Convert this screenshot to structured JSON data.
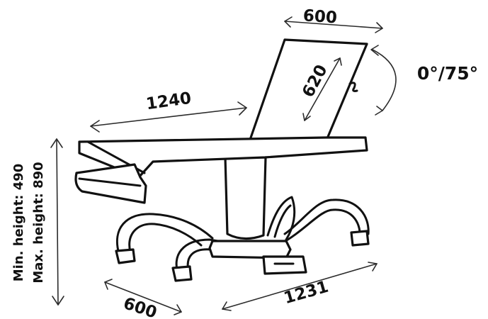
{
  "dimensions": {
    "backrest_width": "600",
    "backrest_length": "620",
    "tilt_range": "0°/75°",
    "seat_length": "1240",
    "min_height": "Min. height: 490",
    "max_height": "Max. height: 890",
    "base_width": "600",
    "base_length": "1231"
  },
  "colors": {
    "line": "#111111",
    "background": "#ffffff"
  }
}
